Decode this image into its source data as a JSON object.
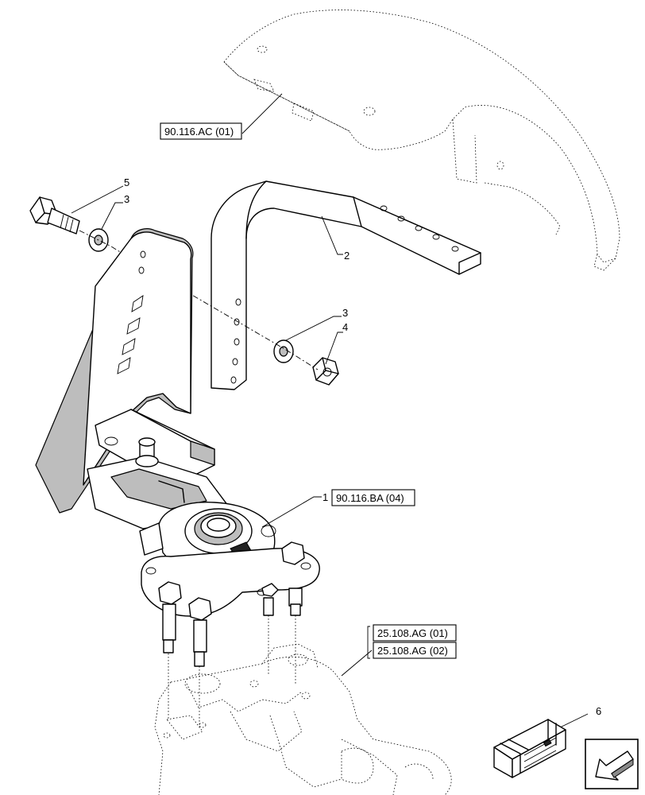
{
  "callouts": [
    {
      "id": "c5",
      "text": "5"
    },
    {
      "id": "c3a",
      "text": "3"
    },
    {
      "id": "c2",
      "text": "2"
    },
    {
      "id": "c3b",
      "text": "3"
    },
    {
      "id": "c4",
      "text": "4"
    },
    {
      "id": "c1",
      "text": "1"
    },
    {
      "id": "c6",
      "text": "6"
    }
  ],
  "references": [
    {
      "id": "ref_fender",
      "text": "90.116.AC (01)"
    },
    {
      "id": "ref_bracket",
      "text": "90.116.BA (04)"
    },
    {
      "id": "ref_axle_1",
      "text": "25.108.AG (01)"
    },
    {
      "id": "ref_axle_2",
      "text": "25.108.AG (02)"
    }
  ],
  "icons": {
    "kit": "kit-box-icon",
    "navigation": "navigation-arrow-icon"
  }
}
